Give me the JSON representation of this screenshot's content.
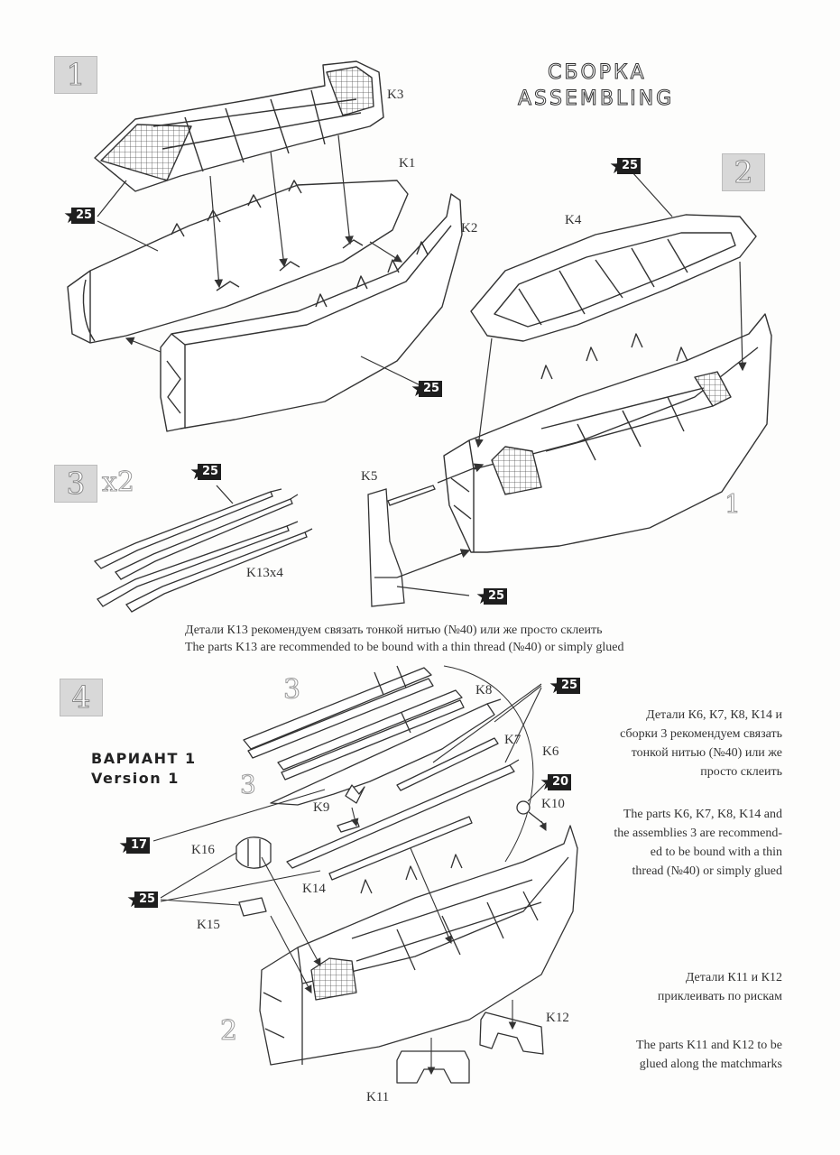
{
  "header": {
    "title_ru": "СБОРКА",
    "title_en": "ASSEMBLING"
  },
  "steps": [
    {
      "number": "1"
    },
    {
      "number": "2"
    },
    {
      "number": "3",
      "multiplier": "x2"
    },
    {
      "number": "4"
    }
  ],
  "parts": {
    "k1": "K1",
    "k2": "K2",
    "k3": "K3",
    "k4": "K4",
    "k5": "K5",
    "k6": "K6",
    "k7": "K7",
    "k8": "K8",
    "k9": "K9",
    "k10": "K10",
    "k11": "K11",
    "k12": "K12",
    "k13": "K13x4",
    "k14": "K14",
    "k15": "K15",
    "k16": "K16"
  },
  "paint_codes": [
    {
      "id": "s1",
      "code": "25"
    },
    {
      "id": "s2",
      "code": "25"
    },
    {
      "id": "s3",
      "code": "25"
    },
    {
      "id": "s4",
      "code": "25"
    },
    {
      "id": "s5",
      "code": "25"
    },
    {
      "id": "s6",
      "code": "25"
    },
    {
      "id": "s7",
      "code": "25"
    },
    {
      "id": "s8",
      "code": "17"
    },
    {
      "id": "s9",
      "code": "20"
    },
    {
      "id": "s10",
      "code": "25"
    }
  ],
  "assembly_refs": {
    "r1": "1",
    "r2": "2",
    "r3a": "3",
    "r3b": "3"
  },
  "variant": {
    "ru": "ВАРИАНТ 1",
    "en": "Version 1"
  },
  "notes": {
    "k13": {
      "ru": "Детали К13 рекомендуем связать тонкой нитью  (№40) или же просто склеить",
      "en": "The parts K13 are recommended to be bound with a thin thread  (№40)  or simply glued"
    },
    "k6_ru": [
      "Детали К6, К7, К8, К14  и",
      "сборки 3 рекомендуем связать",
      "тонкой нитью (№40) или же",
      "просто склеить"
    ],
    "k6_en": [
      "The parts K6, K7, K8, K14 and",
      "the assemblies 3 are recommend-",
      "ed to be bound with a thin",
      "thread (№40) or simply glued"
    ],
    "k11_ru": [
      "Детали К11 и К12",
      "приклеивать по рискам"
    ],
    "k11_en": [
      "The parts K11 and K12 to be",
      "glued along the matchmarks"
    ]
  }
}
